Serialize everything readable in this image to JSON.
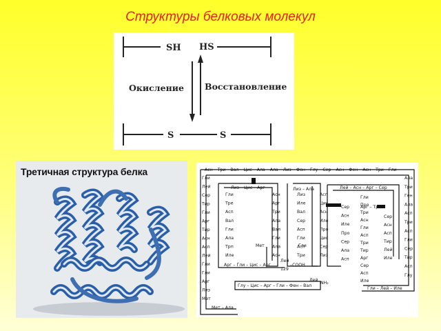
{
  "slide": {
    "title": "Структуры белковых молекул",
    "colors": {
      "title": "#e8201a",
      "background_top": "#ffff2a",
      "helix_blue": "#2a5fa8"
    }
  },
  "redox": {
    "sh_label": "SH",
    "hs_label": "HS",
    "oxidation_label": "Окисление",
    "reduction_label": "Восстановление",
    "s_left_label": "S",
    "s_right_label": "S"
  },
  "tertiary": {
    "caption": "Третичная структура белка"
  },
  "primary": {
    "top_row": "Асн – Три – Вал – Цис – Ала – Ала – Лиз – Фен – Глу – Сер – Асн – Фен – Асн – Три – Гли",
    "loop1_top": "Лиз – Цис – Арг",
    "loop2_top": "Лиз – Ала",
    "loop3_top": "Лей – Асн – Арг – Сер",
    "bottom_row": "Арг – Гли – Цис – Арг",
    "bottom_row2": "Глу – Цис – Арг – Гли – Фен – Вал",
    "bottom_row3": "Гли – Лей – Иле",
    "last": "Мет – Ала",
    "met_label": "Мет",
    "gly_label": "Гли",
    "cooh_label": "–COOH",
    "nh2_label": "NH₂",
    "lei129_label": "Лей",
    "num129": "129",
    "arg_tri": "Арг – Три",
    "lei_nh": "Лей",
    "col_outer_left": [
      "Гли",
      "Лей",
      "Сер",
      "Тир",
      "Гли",
      "Арг",
      "Тир",
      "Асн",
      "Асп",
      "Лей",
      "Гли",
      "Гли",
      "Арг",
      "Лиз",
      "Мет"
    ],
    "col_a": [
      "Гли",
      "Тре",
      "Асп",
      "Вал",
      "Гли",
      "Ала",
      "Трп",
      "Иле"
    ],
    "col_b": [
      "Асн",
      "Арг",
      "Три",
      "Ала",
      "Вал",
      "Гли",
      "Ала",
      "Асн"
    ],
    "col_c": [
      "Лиз",
      "Иле",
      "Вал",
      "Сер",
      "Асп",
      "Гли",
      "Асп",
      "Три"
    ],
    "col_d": [
      "Асп",
      "Цис",
      "Асн",
      "Иле",
      "Про",
      "Цис",
      "Сер",
      "Лиз"
    ],
    "col_e": [
      "Гли",
      "Про",
      "Три",
      "Асн",
      "Гли",
      "Асп",
      "Три",
      "Тир",
      "Арг",
      "Сер",
      "Асп",
      "Иле"
    ],
    "col_outer_right": [
      "Ала",
      "Три",
      "Ген",
      "Ала",
      "Асп",
      "Три",
      "Асп",
      "Гли",
      "Сер",
      "Тир",
      "Асп",
      "Глу"
    ],
    "col_mid": [
      "Сер",
      "Асн",
      "Иле",
      "Про",
      "Сер",
      "Ала",
      "Асп"
    ],
    "col_f": [
      "Сер",
      "Асн",
      "Асп",
      "Тир",
      "Лей",
      "Иле"
    ]
  }
}
